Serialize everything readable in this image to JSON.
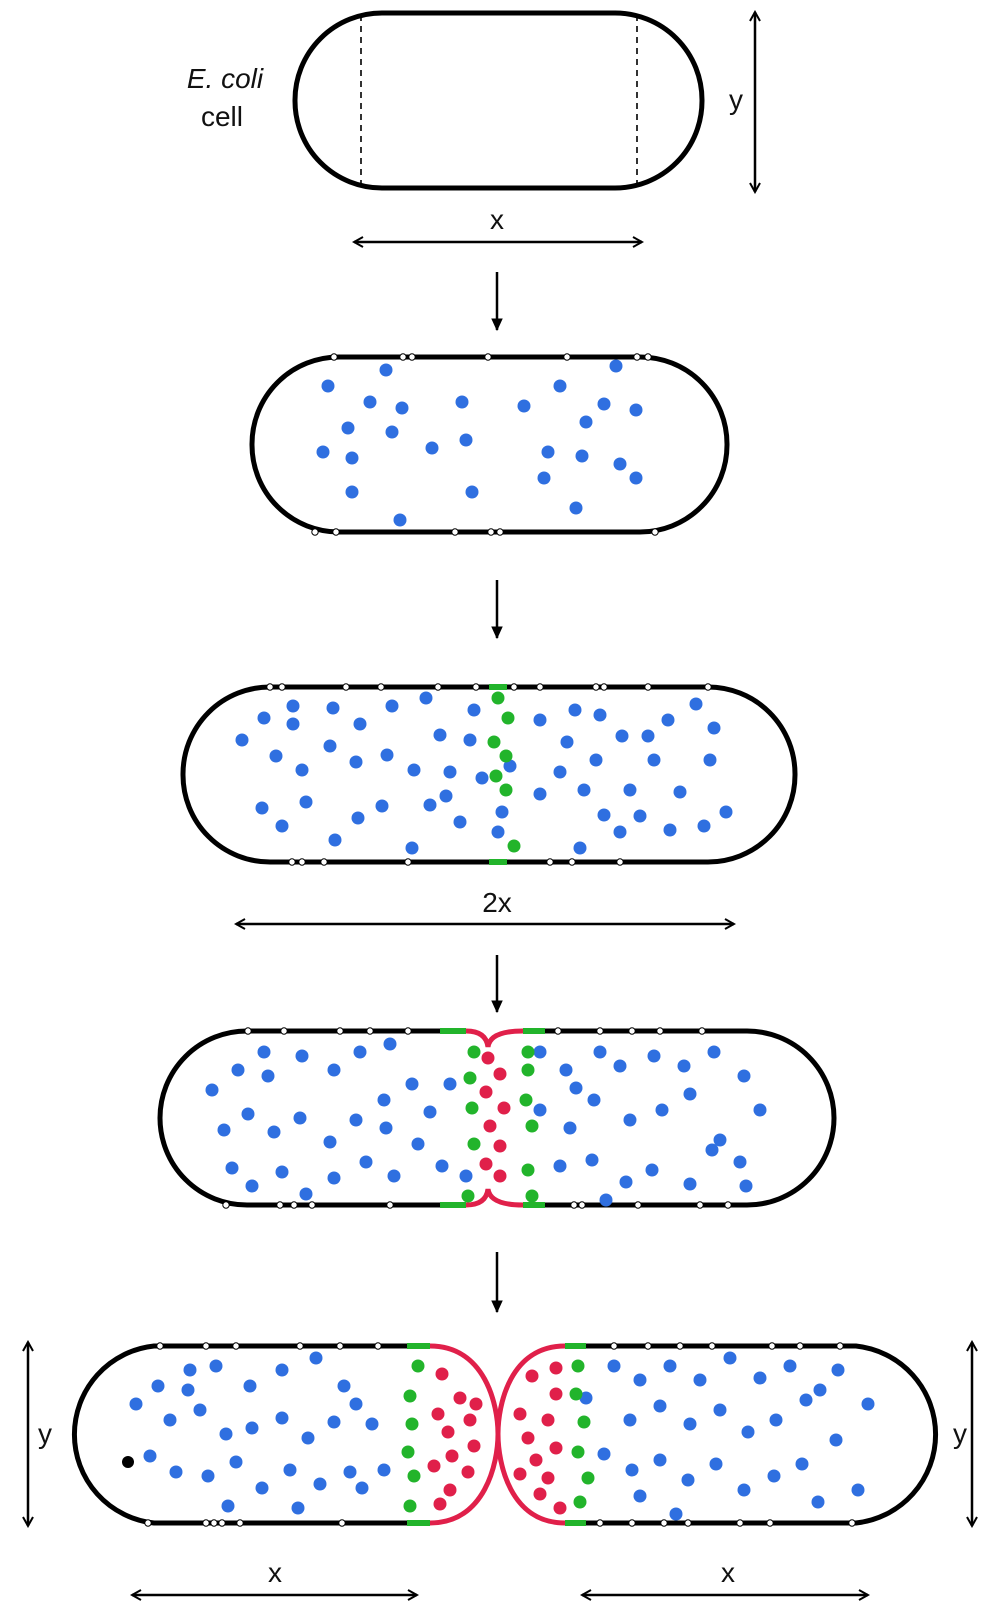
{
  "labels": {
    "species": "E. coli",
    "cell_word": "cell",
    "width_label": "x",
    "height_label": "y",
    "double_width_label": "2x",
    "left_daughter_width": "x",
    "right_daughter_width": "x",
    "left_daughter_height": "y",
    "right_daughter_height": "y"
  },
  "stages": [
    {
      "stage": 1,
      "description_shown": "newborn cell, width x, height y"
    },
    {
      "stage": 2,
      "description_shown": "cell with new material (blue)"
    },
    {
      "stage": 3,
      "description_shown": "elongated cell, width 2x, with septal band (green)"
    },
    {
      "stage": 4,
      "description_shown": "constricting cell with new poles (red)"
    },
    {
      "stage": 5,
      "description_shown": "two daughter cells, each width x, height y"
    }
  ],
  "colors": {
    "outline": "#000000",
    "old_material_dots": "#2f6fe0",
    "septal_material": "#22b42b",
    "new_pole_material": "#e0204a",
    "membrane_markers": "#ffffff"
  }
}
